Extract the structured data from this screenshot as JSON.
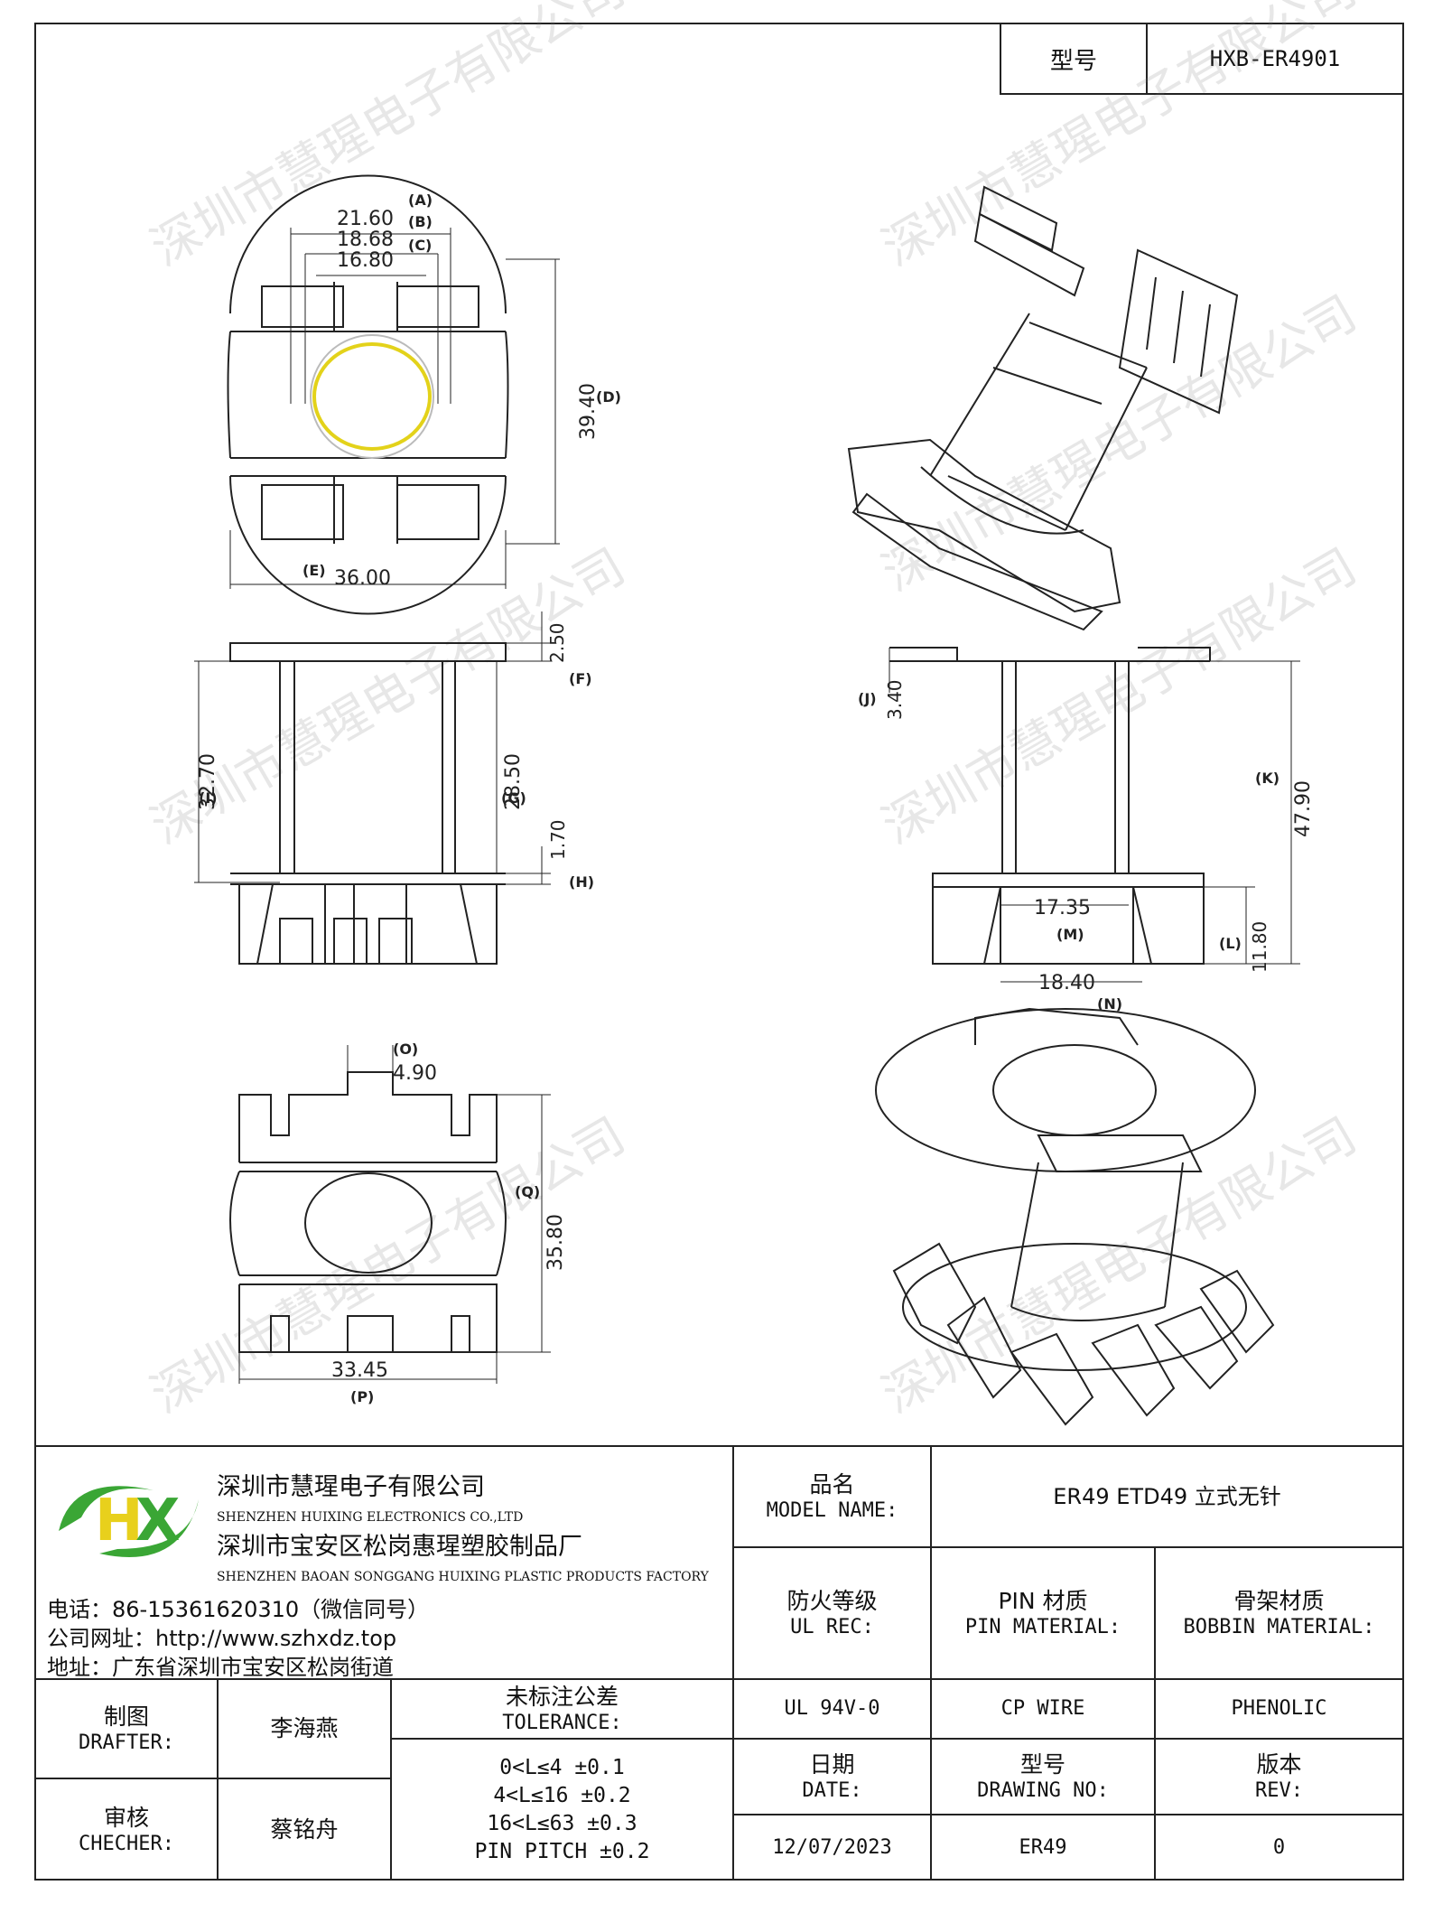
{
  "header": {
    "model_label": "型号",
    "model_value": "HXB-ER4901"
  },
  "dimensions": {
    "a": "21.60",
    "a_tag": "(A)",
    "b": "18.68",
    "b_tag": "(B)",
    "c": "16.80",
    "c_tag": "(C)",
    "d": "39.40",
    "d_tag": "(D)",
    "e": "36.00",
    "e_tag": "(E)",
    "f": "2.50",
    "f_tag": "(F)",
    "g": "28.50",
    "g_tag": "(G)",
    "h": "1.70",
    "h_tag": "(H)",
    "i": "32.70",
    "i_tag": "(I)",
    "j": "3.40",
    "j_tag": "(J)",
    "k": "47.90",
    "k_tag": "(K)",
    "l": "11.80",
    "l_tag": "(L)",
    "m": "17.35",
    "m_tag": "(M)",
    "n": "18.40",
    "n_tag": "(N)",
    "o": "4.90",
    "o_tag": "(O)",
    "q": "35.80",
    "q_tag": "(Q)",
    "p": "33.45",
    "p_tag": "(P)"
  },
  "watermark": {
    "text": "深圳市慧瑆电子有限公司"
  },
  "company": {
    "name_cn": "深圳市慧瑆电子有限公司",
    "name_en": "SHENZHEN HUIXING ELECTRONICS CO.,LTD",
    "factory_cn": "深圳市宝安区松岗惠瑆塑胶制品厂",
    "factory_en": "SHENZHEN BAOAN SONGGANG HUIXING PLASTIC PRODUCTS FACTORY",
    "phone": "电话：86-15361620310（微信同号）",
    "website": "公司网址：http://www.szhxdz.top",
    "address": "地址：广东省深圳市宝安区松岗街道",
    "logo_text": "HX",
    "colors": {
      "logo_green": "#3aa635",
      "logo_yellow": "#e8d01c"
    }
  },
  "title_block": {
    "model_name_cn": "品名",
    "model_name_en": "MODEL NAME:",
    "model_name_value": "ER49 ETD49 立式无针",
    "ul_cn": "防火等级",
    "ul_en": "UL REC:",
    "pin_cn": "PIN 材质",
    "pin_en": "PIN MATERIAL:",
    "bobbin_cn": "骨架材质",
    "bobbin_en": "BOBBIN MATERIAL:",
    "ul_value": "UL 94V-0",
    "pin_value": "CP WIRE",
    "bobbin_value": "PHENOLIC",
    "drafter_cn": "制图",
    "drafter_en": "DRAFTER:",
    "drafter_value": "李海燕",
    "checker_cn": "审核",
    "checker_en": "CHECHER:",
    "checker_value": "蔡铭舟",
    "tolerance_cn": "未标注公差",
    "tolerance_en": "TOLERANCE:",
    "tolerance_lines": [
      "0<L≤4  ±0.1",
      "4<L≤16 ±0.2",
      "16<L≤63 ±0.3",
      "PIN PITCH ±0.2"
    ],
    "date_cn": "日期",
    "date_en": "DATE:",
    "date_value": "12/07/2023",
    "drawing_cn": "型号",
    "drawing_en": "DRAWING NO:",
    "drawing_value": "ER49",
    "rev_cn": "版本",
    "rev_en": "REV:",
    "rev_value": "0"
  }
}
